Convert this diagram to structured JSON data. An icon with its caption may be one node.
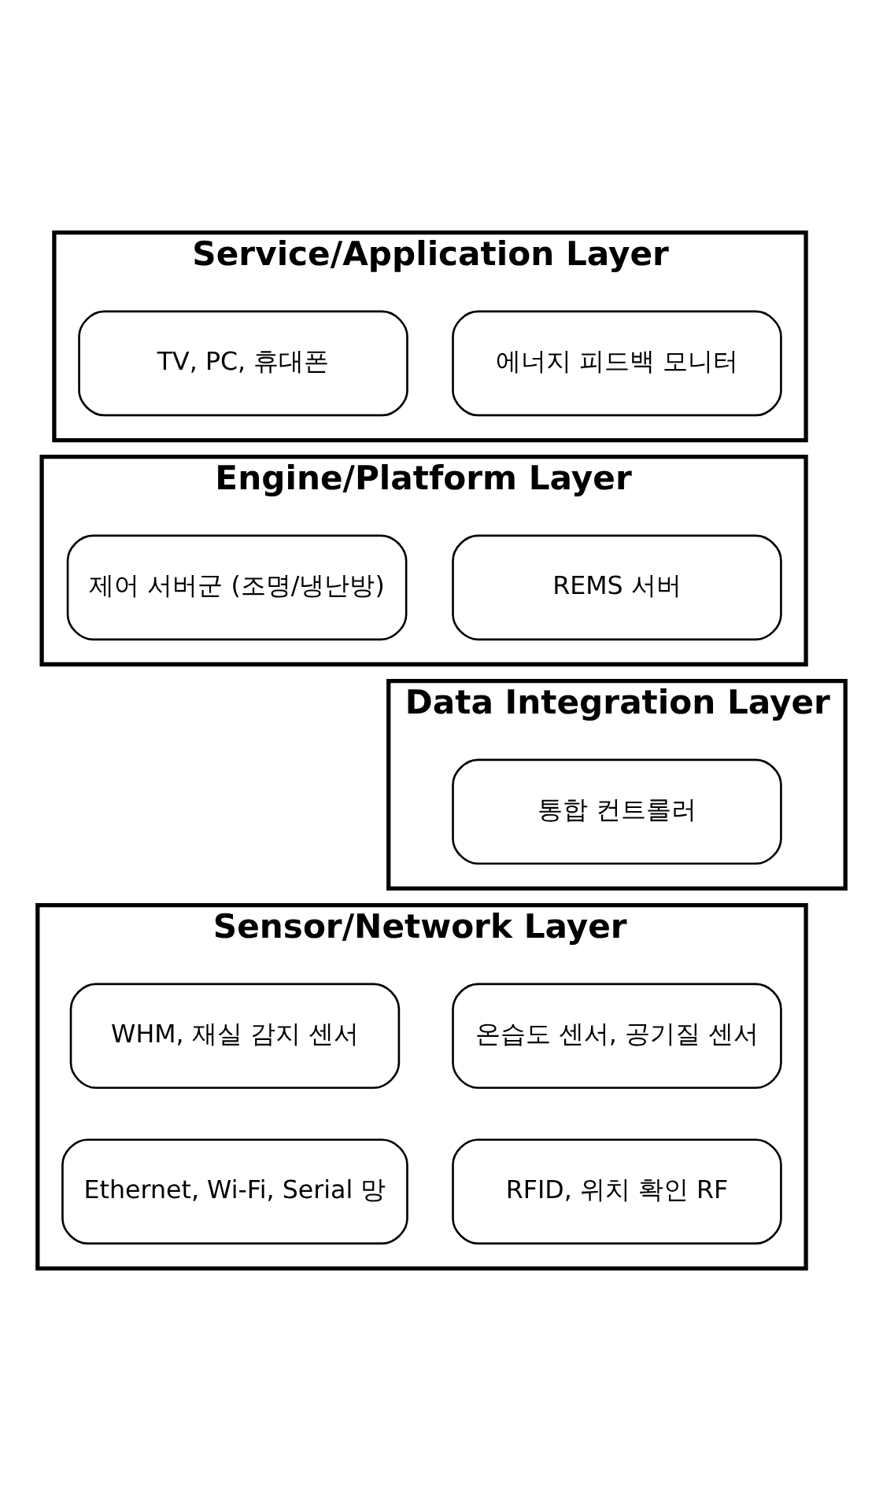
{
  "diagram": {
    "nodes": [
      {
        "text": [
          "Service/Application Layer"
        ]
      },
      {
        "text": [
          "에너지 피드백 모니터"
        ],
        "in": 0
      },
      {
        "text": [
          "TV, PC, 휴대폰"
        ],
        "in": 0
      },
      {
        "text": [
          "Engine/Platform Layer"
        ]
      },
      {
        "text": [
          "REMS 서버"
        ],
        "in": 3
      },
      {
        "text": [
          "제어 서버군 (조명/냉난방)"
        ],
        "in": 3
      },
      {
        "text": [
          "Data Integration Layer"
        ]
      },
      {
        "text": [
          "통합 컨트롤러"
        ],
        "in": 6
      },
      {
        "text": [
          "Sensor/Network Layer"
        ]
      },
      {
        "text": [
          "온습도 센서, 공기질 센서"
        ],
        "in": 8
      },
      {
        "text": [
          "WHM, 재실 감지 센서"
        ],
        "in": 8
      },
      {
        "text": [
          "RFID, 위치 확인 RF"
        ],
        "in": 8
      },
      {
        "text": [
          "Ethernet, Wi-Fi, Serial 망"
        ],
        "in": 8
      }
    ],
    "edges": []
  }
}
